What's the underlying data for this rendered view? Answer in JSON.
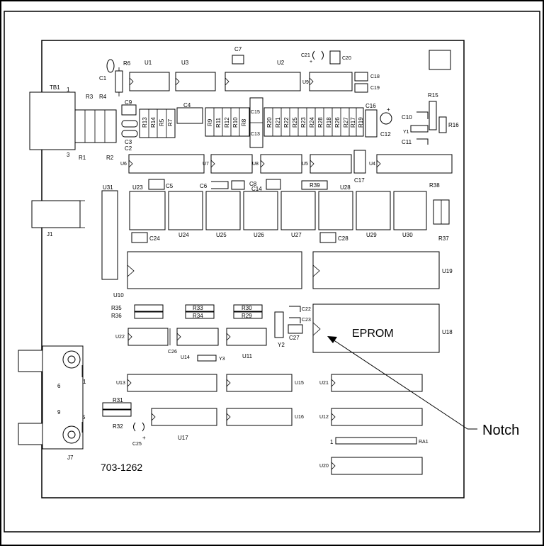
{
  "board_id": "703-1262",
  "callout": {
    "notch": "Notch",
    "eprom": "EPROM"
  },
  "labels": {
    "TB1": "TB1",
    "tb1_pin1": "1",
    "tb1_pin3": "3",
    "J1": "J1",
    "J7": "J7",
    "j7_pin1": "1",
    "j7_pin5": "5",
    "j7_pin6": "6",
    "j7_pin9": "9",
    "RA1": "RA1",
    "ra1_pin1": "1",
    "Y1": "Y1",
    "Y2": "Y2",
    "Y3": "Y3",
    "U1": "U1",
    "U2": "U2",
    "U3": "U3",
    "U4": "U4",
    "U5": "U5",
    "U6": "U6",
    "U7": "U7",
    "U8": "U8",
    "U9": "U9",
    "U10": "U10",
    "U11": "U11",
    "U12": "U12",
    "U13": "U13",
    "U14": "U14",
    "U15": "U15",
    "U16": "U16",
    "U17": "U17",
    "U18": "U18",
    "U19": "U19",
    "U20": "U20",
    "U21": "U21",
    "U22": "U22",
    "U23": "U23",
    "U24": "U24",
    "U25": "U25",
    "U26": "U26",
    "U27": "U27",
    "U28": "U28",
    "U29": "U29",
    "U30": "U30",
    "U31": "U31",
    "C1": "C1",
    "C2": "C2",
    "C3": "C3",
    "C4": "C4",
    "C5": "C5",
    "C6": "C6",
    "C7": "C7",
    "C8": "C8",
    "C9": "C9",
    "C10": "C10",
    "C11": "C11",
    "C12": "C12",
    "C13": "C13",
    "C14": "C14",
    "C15": "C15",
    "C16": "C16",
    "C17": "C17",
    "C18": "C18",
    "C19": "C19",
    "C20": "C20",
    "C21": "C21",
    "C22": "C22",
    "C23": "C23",
    "C24": "C24",
    "C25": "C25",
    "C26": "C26",
    "C27": "C27",
    "C28": "C28",
    "R1": "R1",
    "R2": "R2",
    "R3": "R3",
    "R4": "R4",
    "R5": "R5",
    "R6": "R6",
    "R7": "R7",
    "R8": "R8",
    "R9": "R9",
    "R10": "R10",
    "R11": "R11",
    "R12": "R12",
    "R13": "R13",
    "R14": "R14",
    "R15": "R15",
    "R16": "R16",
    "R17": "R17",
    "R18": "R18",
    "R19": "R19",
    "R20": "R20",
    "R21": "R21",
    "R22": "R22",
    "R23": "R23",
    "R24": "R24",
    "R25": "R25",
    "R26": "R26",
    "R27": "R27",
    "R28": "R28",
    "R29": "R29",
    "R30": "R30",
    "R31": "R31",
    "R32": "R32",
    "R33": "R33",
    "R34": "R34",
    "R35": "R35",
    "R36": "R36",
    "R37": "R37",
    "R38": "R38",
    "R39": "R39",
    "plus": "+"
  }
}
